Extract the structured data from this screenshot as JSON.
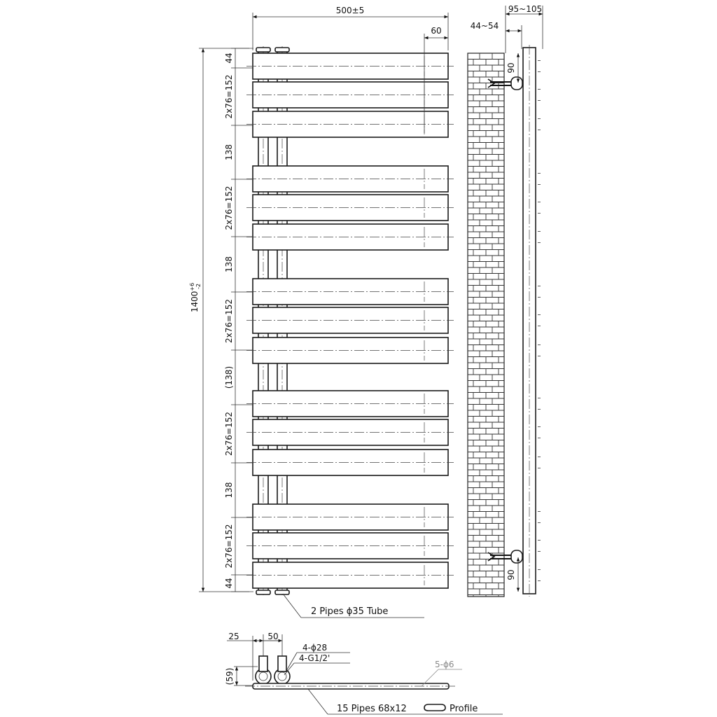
{
  "dimensions": {
    "width_total": "500±5",
    "edge_offset": "60",
    "height_total_base": "1400",
    "height_tol_plus": "+6",
    "height_tol_minus": "-2",
    "top_margin": "44",
    "bottom_margin": "44",
    "group_spacing": "2x76=152",
    "gap": "138",
    "gap_ref": "(138)",
    "wall_clearance": "44~54",
    "depth_total": "95~105",
    "bracket_top": "90",
    "bracket_bottom": "90"
  },
  "plan": {
    "dim_25": "25",
    "dim_50": "50",
    "dim_59": "(59)",
    "holes": "4-ϕ28",
    "threads": "4-G1/2'",
    "mount_holes": "5-ϕ6"
  },
  "callouts": {
    "pipes": "2 Pipes ϕ35 Tube",
    "profile_prefix": "15 Pipes 68x12",
    "profile_suffix": "Profile"
  }
}
